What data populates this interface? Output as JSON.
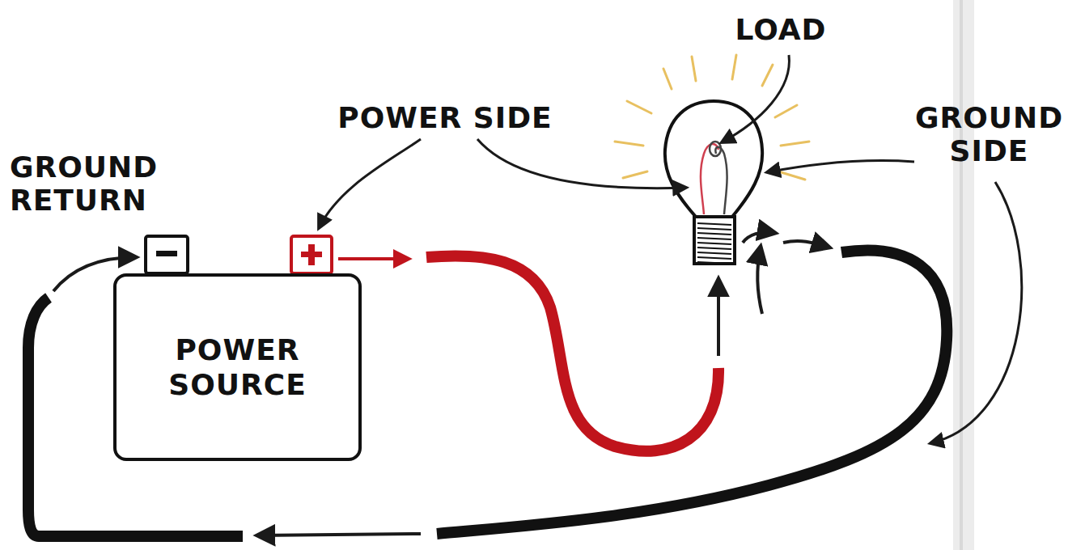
{
  "diagram": {
    "nodes": [
      {
        "text": [
          "POWER SOURCE"
        ]
      }
    ],
    "labels": [
      "GROUND RETURN",
      "POWER SIDE",
      "LOAD",
      "GROUND SIDE"
    ]
  }
}
